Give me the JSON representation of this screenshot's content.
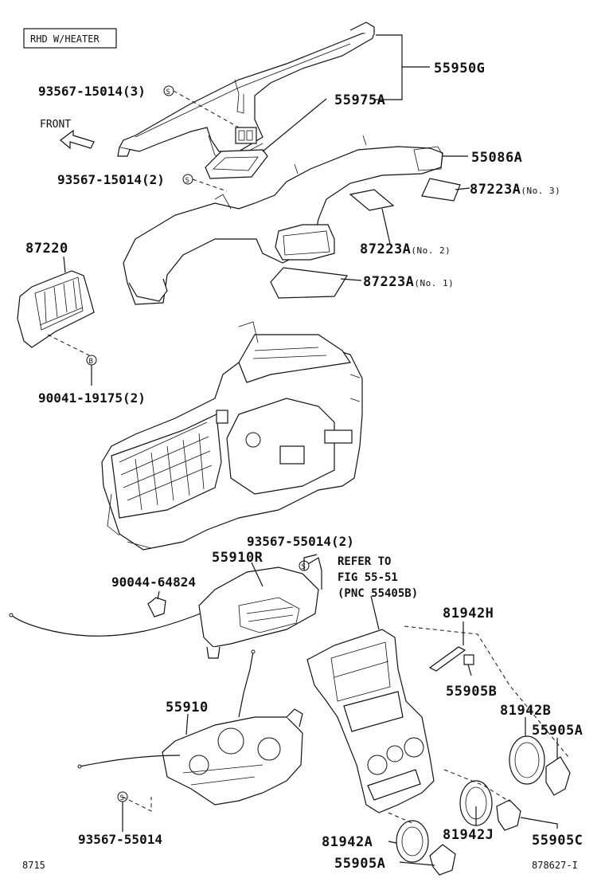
{
  "diagram": {
    "variant_box": "RHD W/HEATER",
    "front_label": "FRONT",
    "footer_left": "8715",
    "footer_right": "878627-I",
    "clip_marks": {
      "s": "S",
      "b": "B"
    },
    "labels": {
      "p55950G": "55950G",
      "p55975A": "55975A",
      "p93567_15014_3": "93567-15014(3)",
      "p93567_15014_2": "93567-15014(2)",
      "p55086A": "55086A",
      "p87223A_no3": {
        "pn": "87223A",
        "sub": "(No. 3)"
      },
      "p87223A_no2": {
        "pn": "87223A",
        "sub": "(No. 2)"
      },
      "p87223A_no1": {
        "pn": "87223A",
        "sub": "(No. 1)"
      },
      "p87220": "87220",
      "p90041": "90041-19175(2)",
      "p93567_55014_2": "93567-55014(2)",
      "p55910R": "55910R",
      "p90044": "90044-64824",
      "refer": [
        "REFER TO",
        "FIG 55-51",
        "(PNC 55405B)"
      ],
      "p81942H": "81942H",
      "p55905B": "55905B",
      "p55910": "55910",
      "p81942B": "81942B",
      "p55905A_right": "55905A",
      "p81942J": "81942J",
      "p55905C": "55905C",
      "p81942A": "81942A",
      "p55905A_bottom": "55905A",
      "p93567_55014": "93567-55014"
    }
  }
}
